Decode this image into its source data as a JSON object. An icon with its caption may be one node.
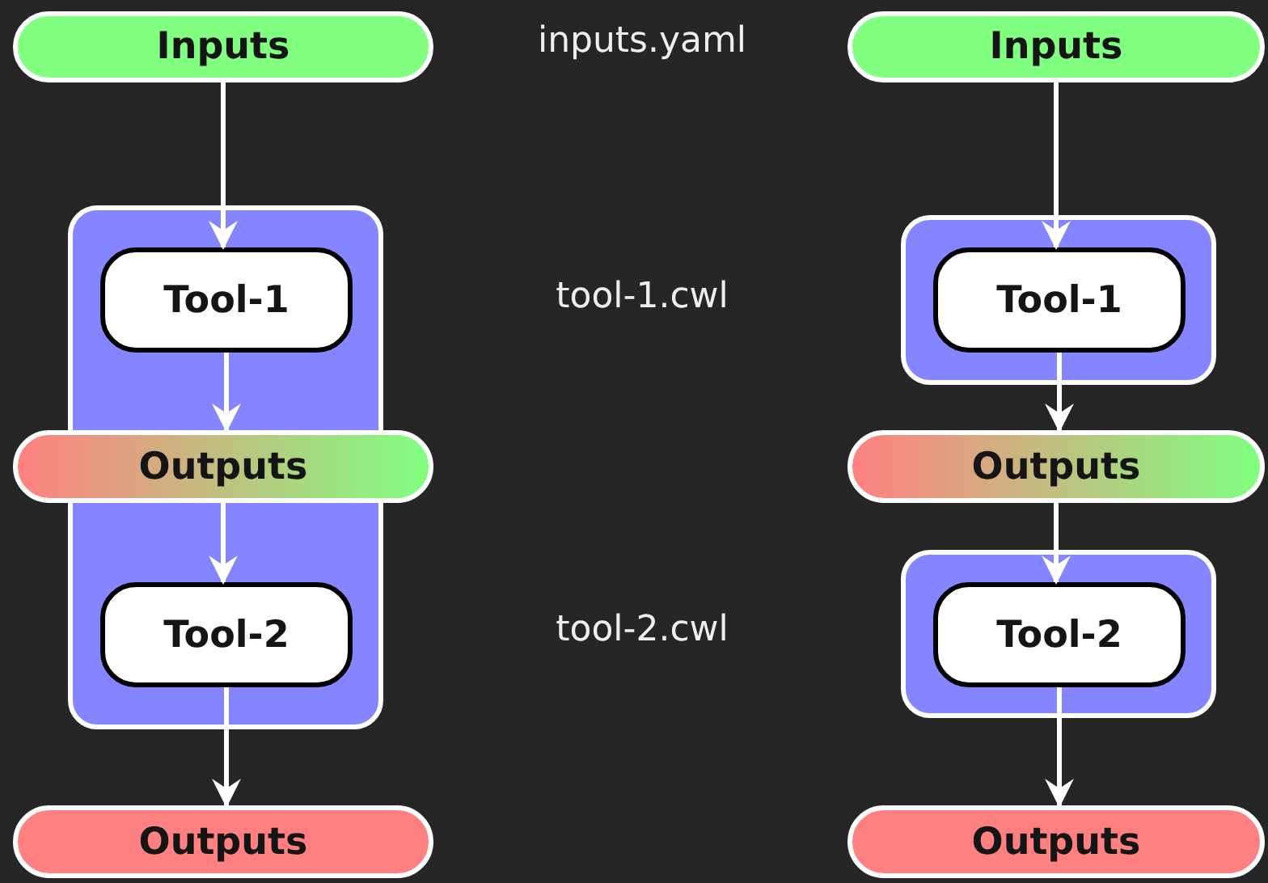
{
  "diagram": {
    "nodes": [
      {
        "text": [
          "Inputs"
        ]
      },
      {
        "text": [],
        "shape": "box"
      },
      {
        "text": [
          "Tool-1"
        ],
        "in": 1
      },
      {
        "text": [
          "Outputs"
        ]
      },
      {
        "text": [
          "Tool-2"
        ],
        "in": 1
      },
      {
        "text": [
          "Outputs"
        ]
      },
      {
        "text": [
          "Inputs"
        ]
      },
      {
        "text": [],
        "shape": "box"
      },
      {
        "text": [
          "Tool-1"
        ],
        "in": 7
      },
      {
        "text": [
          "Outputs"
        ]
      },
      {
        "text": [],
        "shape": "box"
      },
      {
        "text": [
          "Tool-2"
        ],
        "in": 10
      },
      {
        "text": [
          "Outputs"
        ]
      }
    ],
    "edges": [
      {
        "from": 0,
        "to": 2,
        "arrow": "to"
      },
      {
        "from": 2,
        "to": 3,
        "arrow": "to"
      },
      {
        "from": 3,
        "to": 4,
        "arrow": "to"
      },
      {
        "from": 4,
        "to": 5,
        "arrow": "to"
      },
      {
        "from": 6,
        "to": 8,
        "arrow": "to"
      },
      {
        "from": 8,
        "to": 9,
        "arrow": "to"
      },
      {
        "from": 9,
        "to": 11,
        "arrow": "to"
      },
      {
        "from": 11,
        "to": 12,
        "arrow": "to"
      }
    ],
    "labels": [
      "inputs.yaml",
      "tool-1.cwl",
      "tool-2.cwl"
    ]
  }
}
